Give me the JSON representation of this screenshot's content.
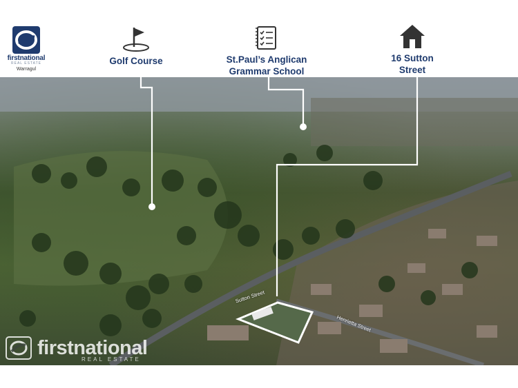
{
  "brand": {
    "name": "firstnational",
    "tagline": "REAL ESTATE",
    "office": "Warragul",
    "logo_color": "#1f3b6e"
  },
  "points_of_interest": [
    {
      "label_line1": "Golf Course",
      "label_line2": "",
      "icon": "golf-flag-icon"
    },
    {
      "label_line1": "St.Paul’s Anglican",
      "label_line2": "Grammar School",
      "icon": "school-checklist-icon"
    },
    {
      "label_line1": "16 Sutton",
      "label_line2": "Street",
      "icon": "house-icon"
    }
  ],
  "map_labels": {
    "street_1": "Sutton Street",
    "street_2": "Henrietta Street"
  },
  "watermark": {
    "name": "firstnational",
    "tagline": "REAL ESTATE"
  },
  "colors": {
    "accent": "#1f3b6e",
    "connector": "#ffffff"
  }
}
